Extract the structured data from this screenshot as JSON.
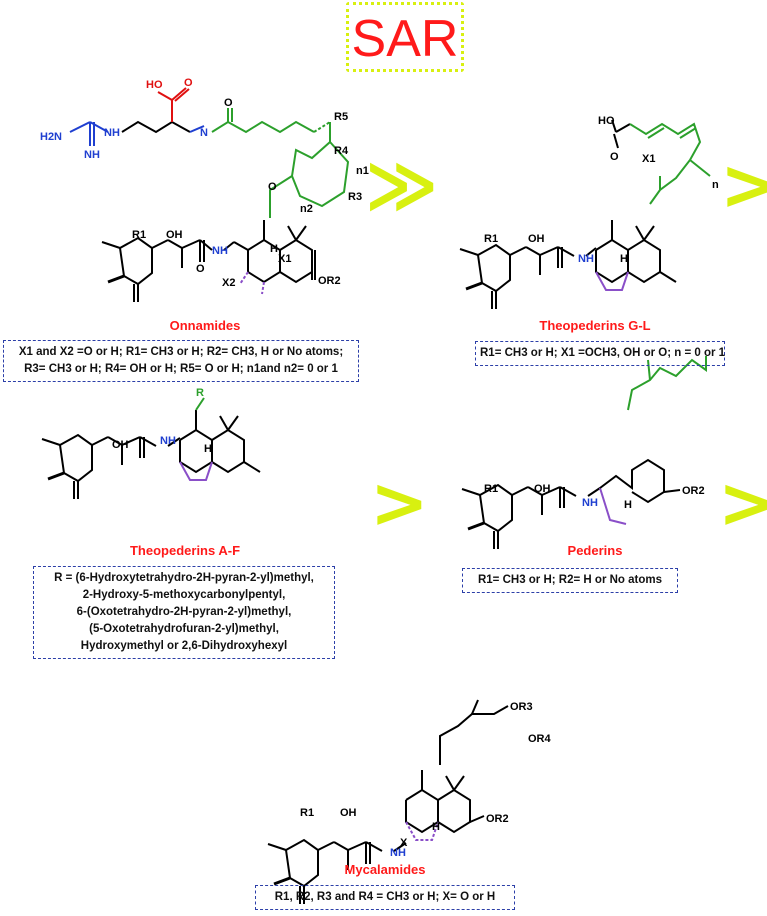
{
  "header": {
    "title": "SAR"
  },
  "arrows": {
    "strong": "≫",
    "weak": ">"
  },
  "onnamides": {
    "name": "Onnamides",
    "note_lines": [
      "X1 and X2 =O or H; R1= CH3 or H; R2= CH3, H or No atoms;",
      "R3= CH3 or H; R4= OH or H; R5= O or H; n1and n2= 0 or 1"
    ]
  },
  "theopederins_gl": {
    "name": "Theopederins G-L",
    "note_lines": [
      "R1= CH3 or H; X1 =OCH3, OH or O; n = 0 or 1"
    ]
  },
  "theopederins_af": {
    "name": "Theopederins A-F",
    "note_lines": [
      "R = (6-Hydroxytetrahydro-2H-pyran-2-yl)methyl,",
      "2-Hydroxy-5-methoxycarbonylpentyl,",
      "6-(Oxotetrahydro-2H-pyran-2-yl)methyl,",
      "(5-Oxotetrahydrofuran-2-yl)methyl,",
      "Hydroxymethyl or 2,6-Dihydroxyhexyl"
    ]
  },
  "pederins": {
    "name": "Pederins",
    "note_lines": [
      "R1= CH3 or H; R2= H or No atoms"
    ]
  },
  "mycalamides": {
    "name": "Mycalamides",
    "note_lines": [
      "R1, R2, R3 and R4 = CH3 or H; X= O or H"
    ]
  },
  "atom_labels": {
    "oh": "OH",
    "o": "O",
    "h": "H",
    "n": "N",
    "nh": "NH",
    "h2n": "H2N",
    "ho": "HO",
    "r": "R",
    "r1": "R1",
    "r2": "R2",
    "r3": "R3",
    "r4": "R4",
    "r5": "R5",
    "or2": "OR2",
    "or3": "OR3",
    "or4": "OR4",
    "x": "X",
    "x1": "X1",
    "x2": "X2",
    "n1": "n1",
    "n2": "n2",
    "nsub": "n"
  },
  "colors": {
    "title_red": "#ff1a1a",
    "arrow_yellow": "#d8f010",
    "box_blue": "#2c3fa8",
    "variable_green": "#2ca02c",
    "nitrogen_blue": "#1f3fd0",
    "ring_purple": "#8a4fc8",
    "acid_red": "#e01010"
  },
  "icons": [
    "pederin-core-structure",
    "double-arrow",
    "single-arrow"
  ]
}
